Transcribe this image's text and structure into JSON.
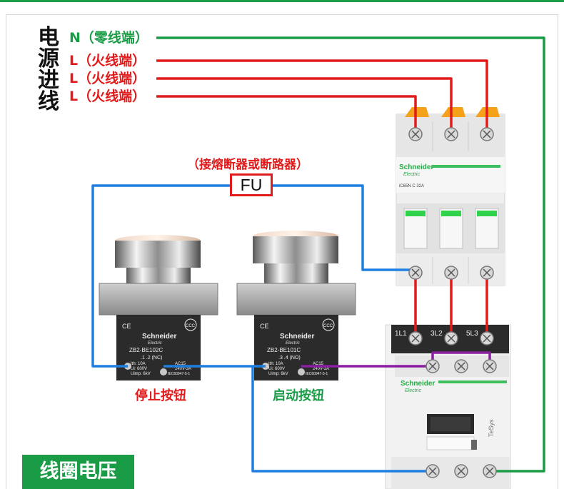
{
  "title_chars": [
    "电",
    "源",
    "进",
    "线"
  ],
  "supply_lines": [
    {
      "letter": "N",
      "label": "N（零线端）",
      "color": "#1a9c47"
    },
    {
      "letter": "L",
      "label": "L（火线端）",
      "color": "#e11b1b"
    },
    {
      "letter": "L",
      "label": "L（火线端）",
      "color": "#e11b1b"
    },
    {
      "letter": "L",
      "label": "L（火线端）",
      "color": "#e11b1b"
    }
  ],
  "fuse": {
    "note": "（接熔断器或断路器）",
    "label": "FU"
  },
  "breaker": {
    "brand": "Schneider",
    "brand_sub": "Electric",
    "model": "iC65N  C 32A"
  },
  "stop_button": {
    "caption": "停止按钮",
    "brand": "Schneider",
    "brand_sub": "Electric",
    "model": "ZB2-BE102C",
    "contacts": ".1    .2 (NC)",
    "ratings": [
      "Ith: 10A",
      "Ui: 600V",
      "Uimp: 6kV"
    ],
    "ac_ratings": [
      "AC15",
      "240V-3A",
      "IEC60947-5-1"
    ],
    "mark": "CCC"
  },
  "start_button": {
    "caption": "启动按钮",
    "brand": "Schneider",
    "brand_sub": "Electric",
    "model": "ZB2-BE101C",
    "contacts": ".3    .4 (NO)",
    "ratings": [
      "Ith: 10A",
      "Ui: 600V",
      "Uimp: 6kV"
    ],
    "ac_ratings": [
      "AC15",
      "240V-3A",
      "IEC60947-5-1"
    ],
    "mark": "CCC"
  },
  "contactor": {
    "brand": "Schneider",
    "brand_sub": "Electric",
    "series": "TeSys",
    "terminals_top": [
      "1L1",
      "3L2",
      "5L3"
    ]
  },
  "coil_label": "线圈电压",
  "wire_colors": {
    "neutral": "#1a9c47",
    "line": "#e11b1b",
    "control": "#1e7fe0",
    "coil": "#8a1fa0"
  }
}
